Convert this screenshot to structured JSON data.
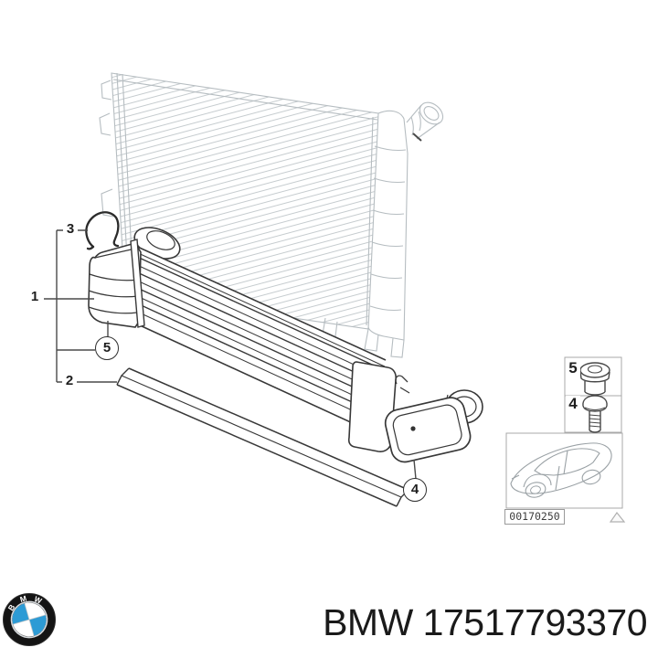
{
  "page": {
    "background": "#ffffff"
  },
  "diagram": {
    "callouts": {
      "n1": "1",
      "n2": "2",
      "n3": "3",
      "n4": "4",
      "n5": "5"
    }
  },
  "inset": {
    "fastener_5": "5",
    "fastener_4": "4",
    "image_code": "00170250"
  },
  "brand": {
    "letter_b": "B",
    "letter_m": "M",
    "letter_w": "W",
    "roundel_blue": "#2d9bd5",
    "roundel_black": "#141414"
  },
  "footer": {
    "part_text": "BMW 17517793370"
  },
  "colors": {
    "drawing_dark": "#383838",
    "drawing_light": "#bcc2c6",
    "callout_line": "#4a4a4a"
  }
}
